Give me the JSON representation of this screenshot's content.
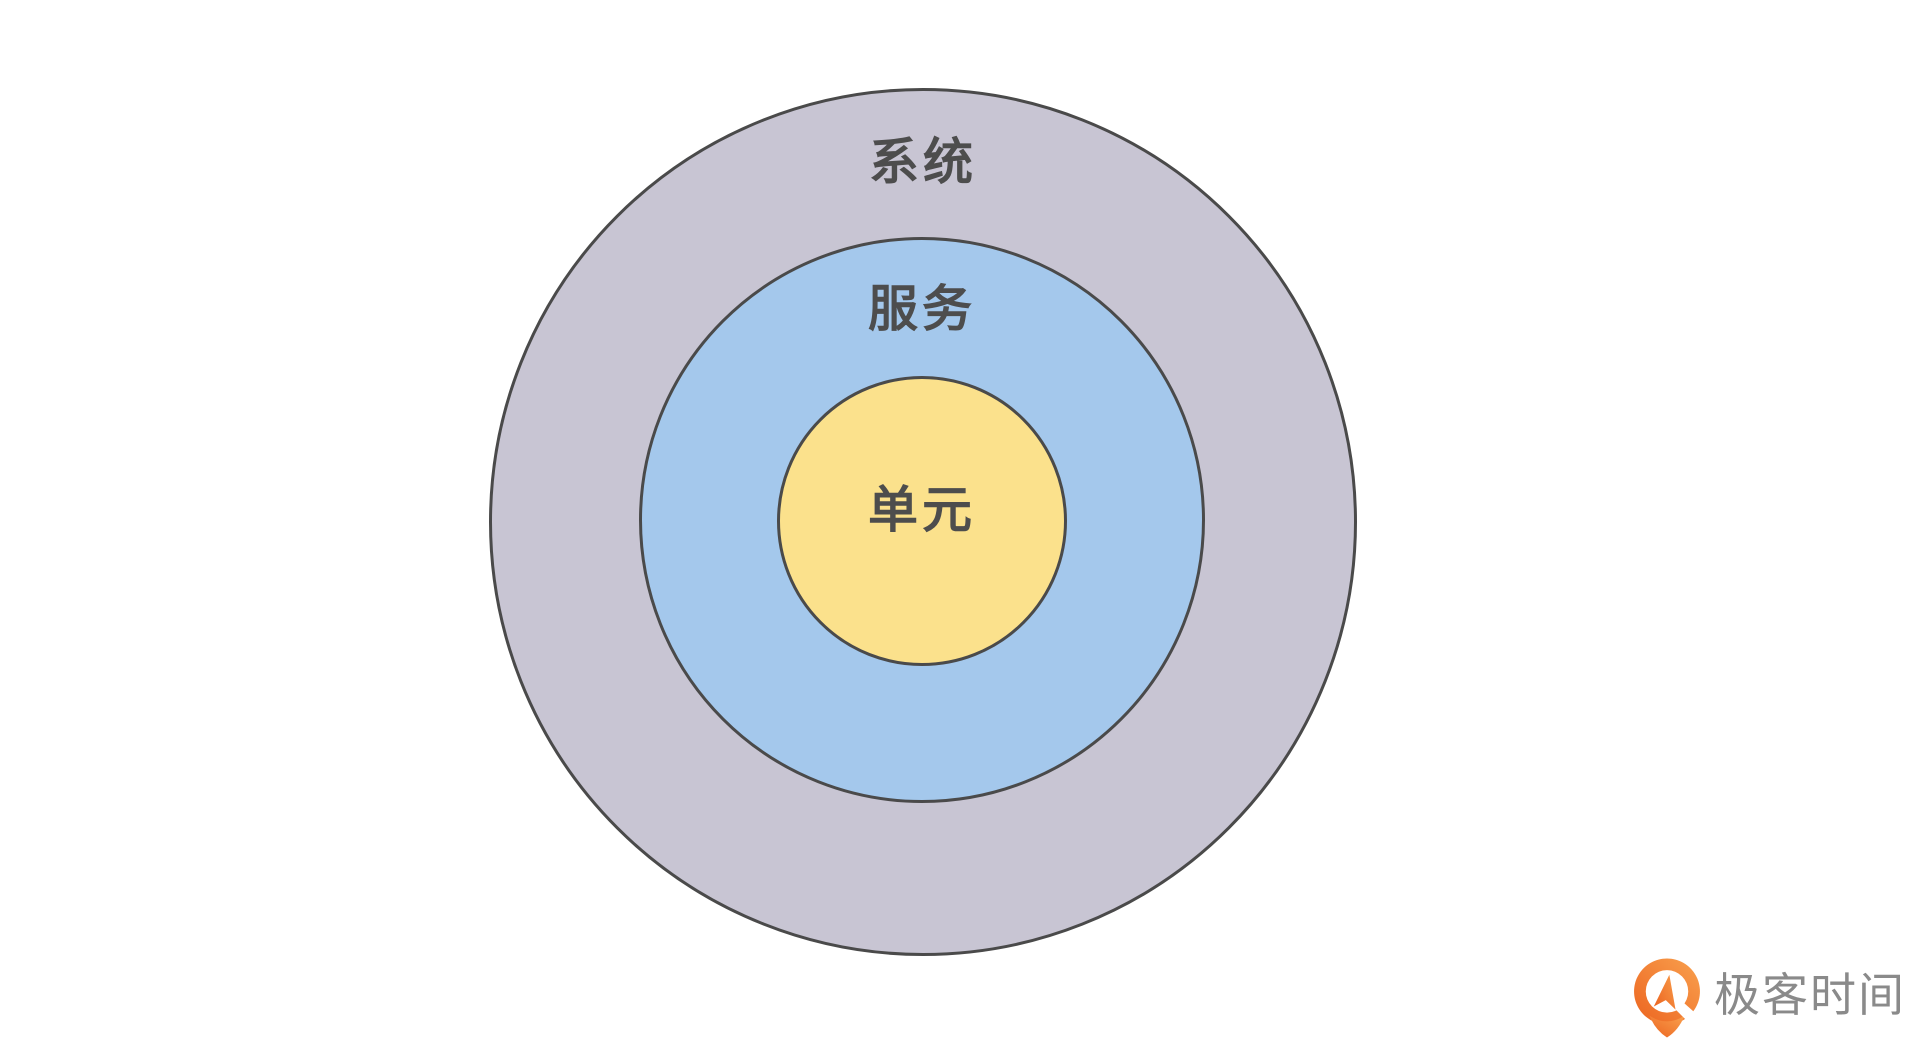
{
  "page": {
    "background": "#ffffff"
  },
  "diagram": {
    "type": "concentric-circles",
    "description": "Three nested circles from outer to inner",
    "rings": [
      {
        "id": "system",
        "label": "系统",
        "color": "#c8c5d3"
      },
      {
        "id": "service",
        "label": "服务",
        "color": "#a4c8ec"
      },
      {
        "id": "unit",
        "label": "单元",
        "color": "#fbe18c"
      }
    ],
    "stroke_color": "#4a4a4a",
    "label_color": "#4d4d4d"
  },
  "branding": {
    "logo_text": "极客时间",
    "logo_icon": "geektime-pin-icon",
    "logo_color_top": "#f9a14e",
    "logo_color_bottom": "#ec6420",
    "text_color": "#8a8a8a"
  }
}
